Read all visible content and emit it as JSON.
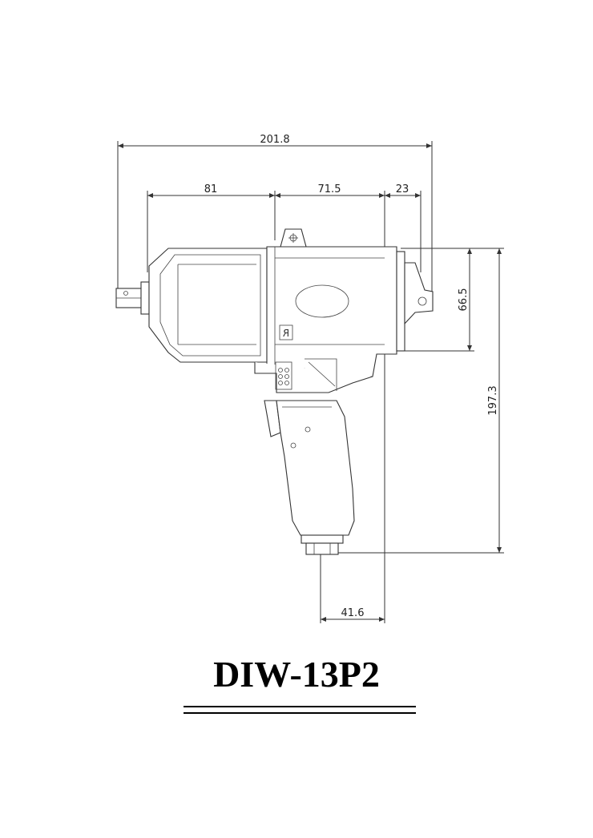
{
  "dimensions": {
    "overall_length": "201.8",
    "front_length": "81",
    "middle_length": "71.5",
    "rear_length": "23",
    "housing_height": "66.5",
    "total_height": "197.3",
    "handle_offset": "41.6"
  },
  "model": "DIW-13P2",
  "housing_mark": "R"
}
